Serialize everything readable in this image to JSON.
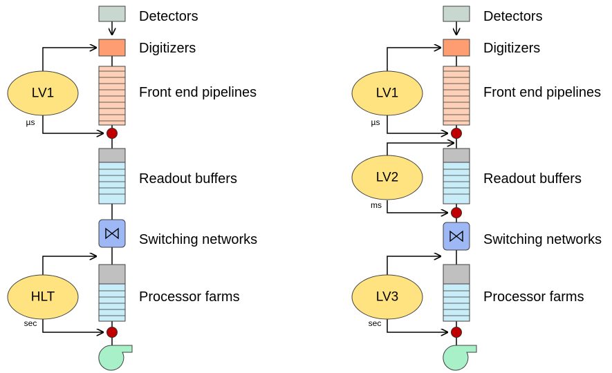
{
  "colors": {
    "detector": "#c8d8d0",
    "digitizer": "#ff9d72",
    "pipeline": "#ffd0b8",
    "buffer": "#c8ecf8",
    "buffer_cap": "#c0c0c0",
    "switch": "#9db8f5",
    "trigger": "#ffe380",
    "node": "#c00000",
    "pump": "#a8f0c8"
  },
  "stages": {
    "detectors": "Detectors",
    "digitizers": "Digitizers",
    "pipelines": "Front end pipelines",
    "readout": "Readout buffers",
    "switching": "Switching networks",
    "farms": "Processor farms"
  },
  "left": {
    "levels": [
      {
        "name": "LV1",
        "time": "µs"
      },
      {
        "name": "HLT",
        "time": "sec"
      }
    ]
  },
  "right": {
    "levels": [
      {
        "name": "LV1",
        "time": "µs"
      },
      {
        "name": "LV2",
        "time": "ms"
      },
      {
        "name": "LV3",
        "time": "sec"
      }
    ]
  },
  "icons": {
    "switch": "bowtie-switch-icon",
    "output": "pump-output-icon",
    "node": "decision-node-icon"
  }
}
